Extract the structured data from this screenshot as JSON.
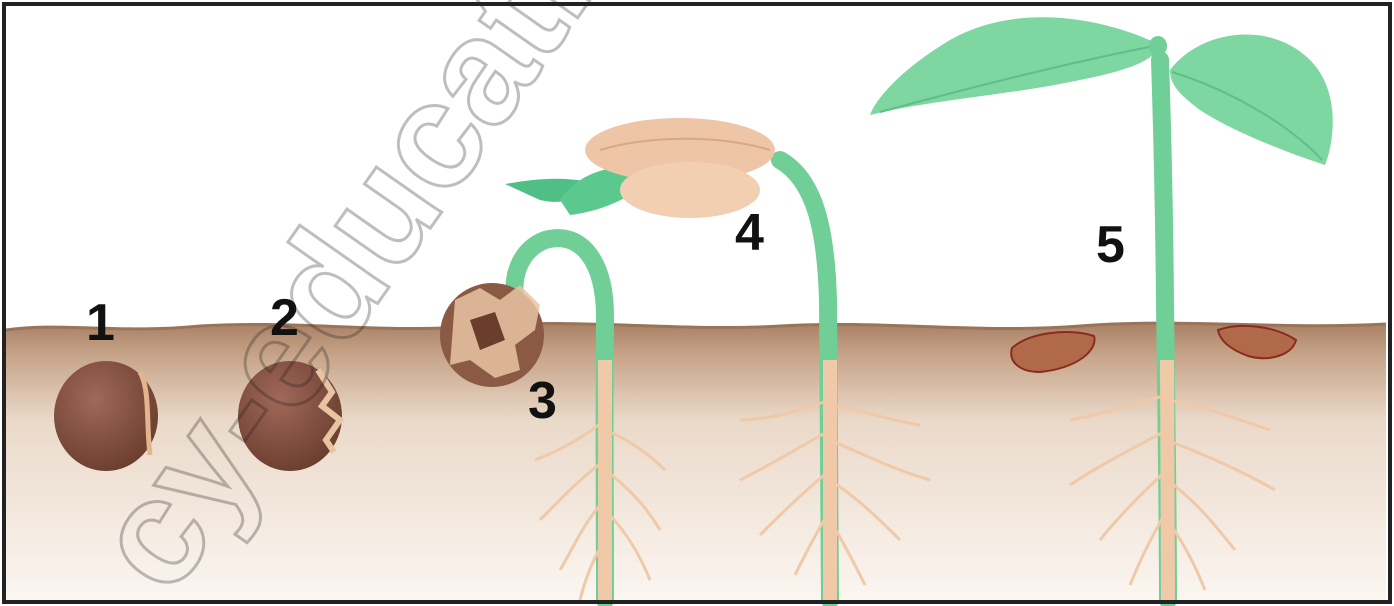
{
  "diagram": {
    "stage_labels": [
      "1",
      "2",
      "3",
      "4",
      "5"
    ],
    "watermark_text": "cy-education",
    "colors": {
      "soil_surface": "#b08a6c",
      "soil_deep": "#f6eee6",
      "seed": "#7a4a36",
      "seed_coat_torn": "#e8c4a2",
      "cotyledon": "#f0c9aa",
      "stem": "#6fcf97",
      "leaf": "#7ed6a0",
      "root": "#f0c9a8",
      "shriveled_cotyledon": "#b06a4a",
      "frame": "#222222"
    }
  }
}
